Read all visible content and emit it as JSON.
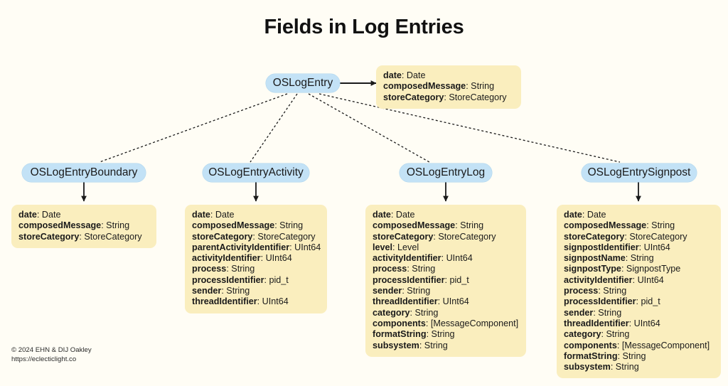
{
  "title": "Fields in Log Entries",
  "background_color": "#fffdf5",
  "colors": {
    "node_fill": "#c3e2f6",
    "field_box_fill": "#faeebe",
    "text": "#1a1a1a",
    "edge": "#1a1a1a"
  },
  "root": {
    "id": "OSLogEntry",
    "label": "OSLogEntry",
    "fields": [
      {
        "name": "date",
        "type": "Date"
      },
      {
        "name": "composedMessage",
        "type": "String"
      },
      {
        "name": "storeCategory",
        "type": "StoreCategory"
      }
    ]
  },
  "subclasses": [
    {
      "id": "OSLogEntryBoundary",
      "label": "OSLogEntryBoundary",
      "fields": [
        {
          "name": "date",
          "type": "Date"
        },
        {
          "name": "composedMessage",
          "type": "String"
        },
        {
          "name": "storeCategory",
          "type": "StoreCategory"
        }
      ]
    },
    {
      "id": "OSLogEntryActivity",
      "label": "OSLogEntryActivity",
      "fields": [
        {
          "name": "date",
          "type": "Date"
        },
        {
          "name": "composedMessage",
          "type": "String"
        },
        {
          "name": "storeCategory",
          "type": "StoreCategory"
        },
        {
          "name": "parentActivityIdentifier",
          "type": "UInt64"
        },
        {
          "name": "activityIdentifier",
          "type": "UInt64"
        },
        {
          "name": "process",
          "type": "String"
        },
        {
          "name": "processIdentifier",
          "type": "pid_t"
        },
        {
          "name": "sender",
          "type": "String"
        },
        {
          "name": "threadIdentifier",
          "type": "UInt64"
        }
      ]
    },
    {
      "id": "OSLogEntryLog",
      "label": "OSLogEntryLog",
      "fields": [
        {
          "name": "date",
          "type": "Date"
        },
        {
          "name": "composedMessage",
          "type": "String"
        },
        {
          "name": "storeCategory",
          "type": "StoreCategory"
        },
        {
          "name": "level",
          "type": "Level"
        },
        {
          "name": "activityIdentifier",
          "type": "UInt64"
        },
        {
          "name": "process",
          "type": "String"
        },
        {
          "name": "processIdentifier",
          "type": "pid_t"
        },
        {
          "name": "sender",
          "type": "String"
        },
        {
          "name": "threadIdentifier",
          "type": "UInt64"
        },
        {
          "name": "category",
          "type": "String"
        },
        {
          "name": "components",
          "type": "[MessageComponent]"
        },
        {
          "name": "formatString",
          "type": "String"
        },
        {
          "name": "subsystem",
          "type": "String"
        }
      ]
    },
    {
      "id": "OSLogEntrySignpost",
      "label": "OSLogEntrySignpost",
      "fields": [
        {
          "name": "date",
          "type": "Date"
        },
        {
          "name": "composedMessage",
          "type": "String"
        },
        {
          "name": "storeCategory",
          "type": "StoreCategory"
        },
        {
          "name": "signpostIdentifier",
          "type": "UInt64"
        },
        {
          "name": "signpostName",
          "type": "String"
        },
        {
          "name": "signpostType",
          "type": "SignpostType"
        },
        {
          "name": "activityIdentifier",
          "type": "UInt64"
        },
        {
          "name": "process",
          "type": "String"
        },
        {
          "name": "processIdentifier",
          "type": "pid_t"
        },
        {
          "name": "sender",
          "type": "String"
        },
        {
          "name": "threadIdentifier",
          "type": "UInt64"
        },
        {
          "name": "category",
          "type": "String"
        },
        {
          "name": "components",
          "type": "[MessageComponent]"
        },
        {
          "name": "formatString",
          "type": "String"
        },
        {
          "name": "subsystem",
          "type": "String"
        }
      ]
    }
  ],
  "footer": {
    "copyright": "© 2024 EHN & DIJ Oakley",
    "url": "https://eclecticlight.co"
  }
}
